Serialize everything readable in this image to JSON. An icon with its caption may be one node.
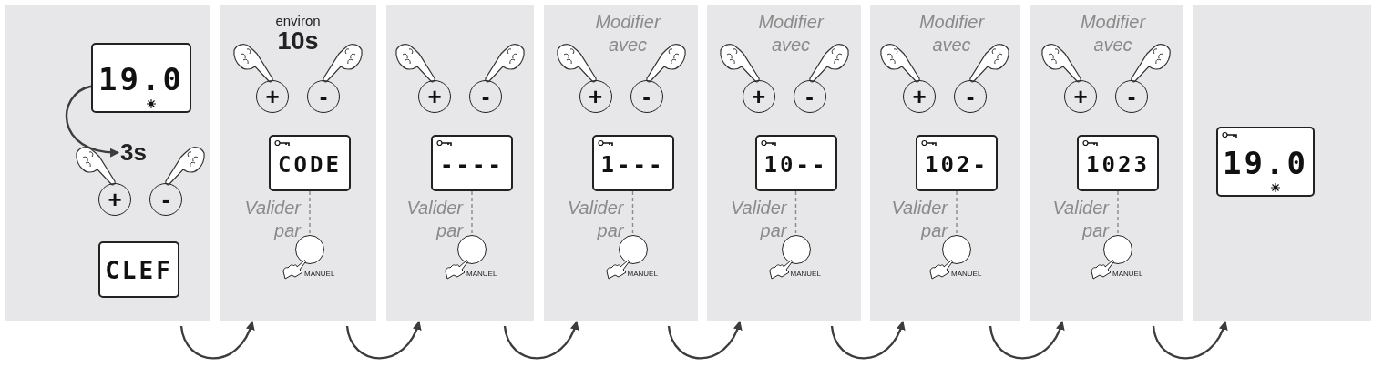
{
  "diagram": {
    "nodes": [
      {
        "text": [],
        "shape": "box"
      },
      {
        "text": [
          "19.0"
        ],
        "in": 0
      },
      {
        "text": [
          "3s"
        ],
        "in": 0
      },
      {
        "text": [
          "+"
        ],
        "in": 0
      },
      {
        "text": [
          "-"
        ],
        "in": 0
      },
      {
        "text": [
          "CLEF"
        ],
        "in": 0
      },
      {
        "text": [
          "environ",
          "10s",
          "Valider par"
        ]
      },
      {
        "text": [
          "+"
        ],
        "in": 6
      },
      {
        "text": [
          "-"
        ],
        "in": 6
      },
      {
        "text": [
          "CODE"
        ],
        "in": 6
      },
      {
        "text": [],
        "shape": "circle",
        "in": 6,
        "beside": [
          "MANUEL"
        ]
      },
      {
        "text": [
          "Valider par"
        ]
      },
      {
        "text": [
          "+"
        ],
        "in": 11
      },
      {
        "text": [
          "-"
        ],
        "in": 11
      },
      {
        "text": [
          "----"
        ],
        "in": 11
      },
      {
        "text": [],
        "shape": "circle",
        "in": 11,
        "beside": [
          "MANUEL"
        ]
      },
      {
        "text": [
          "Modifier avec",
          "Valider par"
        ]
      },
      {
        "text": [
          "+"
        ],
        "in": 16
      },
      {
        "text": [
          "-"
        ],
        "in": 16
      },
      {
        "text": [
          "1---"
        ],
        "in": 16
      },
      {
        "text": [],
        "shape": "circle",
        "in": 16,
        "beside": [
          "MANUEL"
        ]
      },
      {
        "text": [
          "Modifier avec",
          "Valider par"
        ]
      },
      {
        "text": [
          "+"
        ],
        "in": 21
      },
      {
        "text": [
          "-"
        ],
        "in": 21
      },
      {
        "text": [
          "10--"
        ],
        "in": 21
      },
      {
        "text": [],
        "shape": "circle",
        "in": 21,
        "beside": [
          "MANUEL"
        ]
      },
      {
        "text": [
          "Modifier avec",
          "Valider par"
        ]
      },
      {
        "text": [
          "+"
        ],
        "in": 26
      },
      {
        "text": [
          "-"
        ],
        "in": 26
      },
      {
        "text": [
          "102-"
        ],
        "in": 26
      },
      {
        "text": [],
        "shape": "circle",
        "in": 26,
        "beside": [
          "MANUEL"
        ]
      },
      {
        "text": [
          "Modifier avec",
          "Valider par"
        ]
      },
      {
        "text": [
          "+"
        ],
        "in": 31
      },
      {
        "text": [
          "-"
        ],
        "in": 31
      },
      {
        "text": [
          "1023"
        ],
        "in": 31
      },
      {
        "text": [],
        "shape": "circle",
        "in": 31,
        "beside": [
          "MANUEL"
        ]
      },
      {
        "text": [],
        "shape": "box"
      },
      {
        "text": [
          "19.0"
        ],
        "in": 36
      }
    ],
    "edges": [
      {
        "from": 1,
        "to": 2,
        "arrow": "to"
      },
      {
        "from": 0,
        "to": 6,
        "arrow": "to"
      },
      {
        "from": 9,
        "to": 10,
        "arrow": "none",
        "style": "dashed",
        "color": "#8a8a8a"
      },
      {
        "from": 6,
        "to": 11,
        "arrow": "to"
      },
      {
        "from": 14,
        "to": 15,
        "arrow": "none",
        "style": "dashed",
        "color": "#8a8a8a"
      },
      {
        "from": 11,
        "to": 16,
        "arrow": "to"
      },
      {
        "from": 19,
        "to": 20,
        "arrow": "none",
        "style": "dashed",
        "color": "#8a8a8a"
      },
      {
        "from": 16,
        "to": 21,
        "arrow": "to"
      },
      {
        "from": 24,
        "to": 25,
        "arrow": "none",
        "style": "dashed",
        "color": "#8a8a8a"
      },
      {
        "from": 21,
        "to": 26,
        "arrow": "to"
      },
      {
        "from": 29,
        "to": 30,
        "arrow": "none",
        "style": "dashed",
        "color": "#8a8a8a"
      },
      {
        "from": 26,
        "to": 31,
        "arrow": "to"
      },
      {
        "from": 34,
        "to": 35,
        "arrow": "none",
        "style": "dashed",
        "color": "#8a8a8a"
      },
      {
        "from": 31,
        "to": 36,
        "arrow": "to"
      }
    ]
  }
}
